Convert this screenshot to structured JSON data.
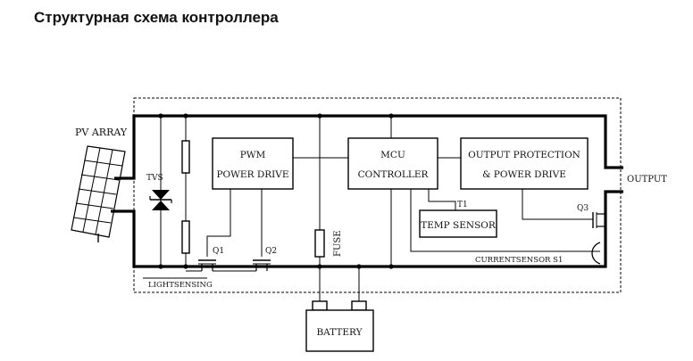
{
  "title": "Структурная схема контроллера",
  "diagram": {
    "pv_array_label": "PV ARRAY",
    "tvs_label": "TVS",
    "pwm_line1": "PWM",
    "pwm_line2": "POWER DRIVE",
    "mcu_line1": "MCU",
    "mcu_line2": "CONTROLLER",
    "output_protection_line1": "OUTPUT PROTECTION",
    "output_protection_line2": "& POWER DRIVE",
    "temp_sensor_label": "TEMP SENSOR",
    "t1_label": "T1",
    "q1_label": "Q1",
    "q2_label": "Q2",
    "q3_label": "Q3",
    "fuse_label": "FUSE",
    "output_label": "OUTPUT",
    "current_sensor_label": "CURRENTSENSOR  S1",
    "light_sensing_label": "LIGHTSENSING",
    "battery_label": "BATTERY"
  }
}
